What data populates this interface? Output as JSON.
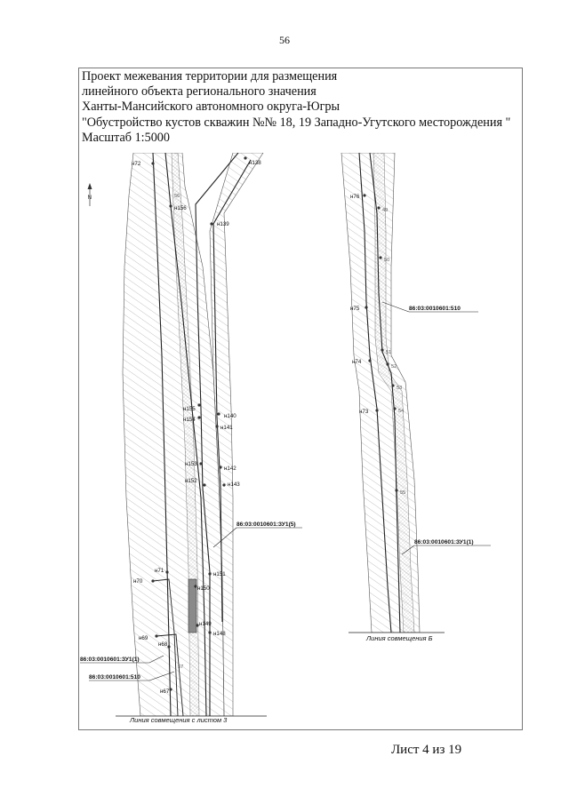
{
  "page_number": "56",
  "title_lines": [
    "Проект межевания территории для размещения",
    "линейного объекта регионального значения",
    "Ханты-Мансийского автономного округа-Югры",
    "\"Обустройство кустов скважин №№ 18, 19 Западно-Угутского месторождения \"",
    "Масштаб 1:5000"
  ],
  "sheet_label": "Лист 4 из 19",
  "north_arrow": "N",
  "left_map": {
    "points": {
      "n72": "н72",
      "n138": "н138",
      "n156": "н156",
      "n139": "н139",
      "n155": "н155",
      "n140": "н140",
      "n154": "н154",
      "n141": "н141",
      "n153": "н153",
      "n142": "н142",
      "n152": "н152",
      "n143": "н143",
      "n71": "н71",
      "n151": "н151",
      "n70": "н70",
      "n150": "н150",
      "n149": "н149",
      "n69": "н69",
      "n148": "н148",
      "n68": "н68",
      "n67": "н67"
    },
    "numbers": [
      "56",
      "57"
    ],
    "parcels": {
      "zu5": "86:03:0010601:ЗУ1(5)",
      "zu1": "86:03:0010601:ЗУ1(1)",
      "p510": "86:03:0010601:510"
    },
    "match_line": "Линия совмещения с листом 3"
  },
  "right_map": {
    "points": {
      "n76": "н76",
      "n75": "н75",
      "n74": "н74",
      "n73": "н73"
    },
    "numbers": [
      "49",
      "50",
      "51",
      "52",
      "53",
      "54",
      "55"
    ],
    "parcels": {
      "p510": "86:03:0010601:510",
      "zu1": "86:03:0010601:ЗУ1(1)"
    },
    "match_line": "Линия совмещения Б"
  },
  "colors": {
    "line": "#222222",
    "hatch": "#9a9a9a",
    "stipple": "#b0b0b0",
    "shaded_parcel": "#8a8a8a"
  }
}
